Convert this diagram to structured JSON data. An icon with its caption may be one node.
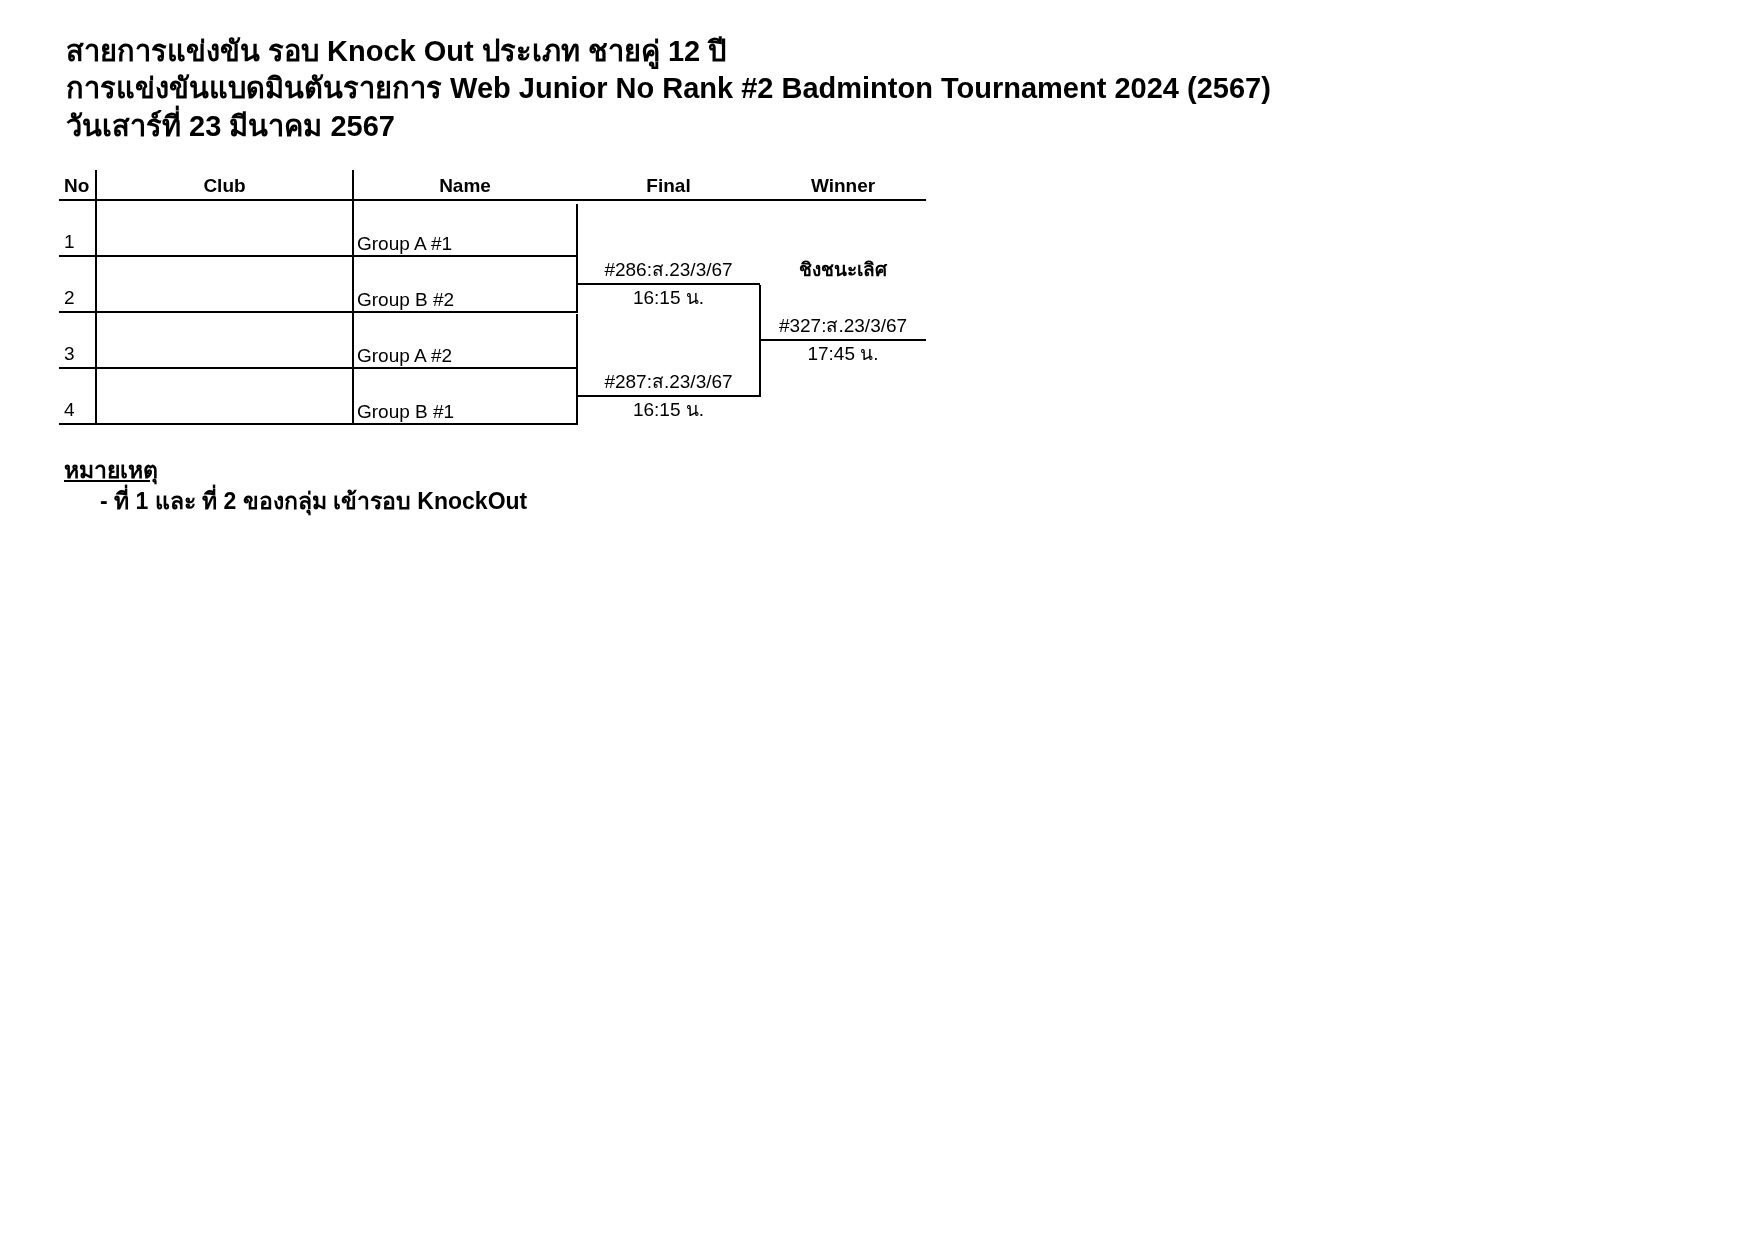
{
  "diagram": {
    "title": "สายการแข่งขัน รอบ Knock Out ประเภท ชายคู่ 12 ปี",
    "nodes": [
      {
        "text": [
          "Group A #1"
        ]
      },
      {
        "text": [
          "Group B #2"
        ]
      },
      {
        "text": [
          "Group A #2"
        ]
      },
      {
        "text": [
          "Group B #1"
        ]
      },
      {
        "text": [
          "#286:ส.23/3/67"
        ],
        "beside": [
          "16:15 น."
        ]
      },
      {
        "text": [
          "#287:ส.23/3/67"
        ],
        "beside": [
          "16:15 น."
        ]
      },
      {
        "text": [
          "#327:ส.23/3/67"
        ],
        "beside": [
          "17:45 น."
        ]
      }
    ],
    "edges": [
      {
        "from": 0,
        "to": 4,
        "arrow": "none"
      },
      {
        "from": 1,
        "to": 4,
        "arrow": "none"
      },
      {
        "from": 2,
        "to": 5,
        "arrow": "none"
      },
      {
        "from": 3,
        "to": 5,
        "arrow": "none"
      },
      {
        "from": 4,
        "to": 6,
        "arrow": "none"
      },
      {
        "from": 5,
        "to": 6,
        "arrow": "none"
      }
    ],
    "labels": [
      "การแข่งขันแบดมินตันรายการ Web Junior No Rank #2 Badminton Tournament 2024 (2567)",
      "วันเสาร์ที่ 23 มีนาคม 2567",
      "No",
      "Club",
      "Name",
      "Final",
      "Winner",
      "1",
      "2",
      "3",
      "4",
      "ชิงชนะเลิศ",
      "หมายเหตุ",
      "- ที่ 1 และ ที่ 2 ของกลุ่ม เข้ารอบ KnockOut"
    ]
  }
}
